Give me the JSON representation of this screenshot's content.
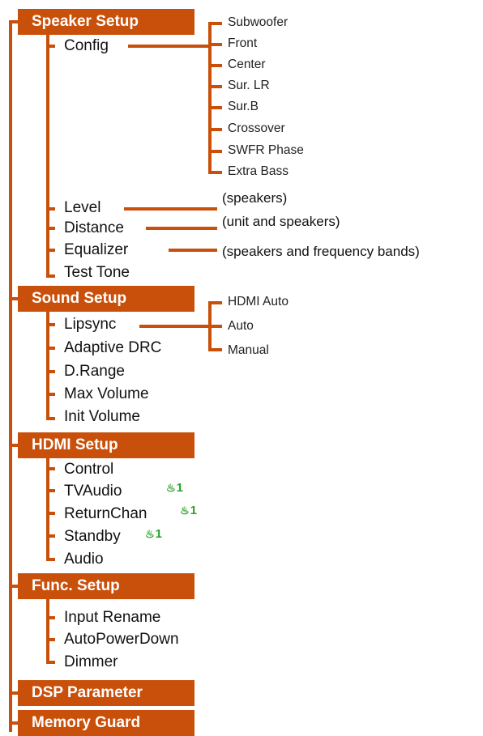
{
  "colors": {
    "accent": "#c9500a",
    "note_green": "#2aa12a"
  },
  "sections": {
    "speaker_setup": "Speaker Setup",
    "sound_setup": "Sound Setup",
    "hdmi_setup": "HDMI Setup",
    "func_setup": "Func. Setup",
    "dsp_parameter": "DSP Parameter",
    "memory_guard": "Memory Guard"
  },
  "speaker": {
    "config": "Config",
    "config_items": [
      "Subwoofer",
      "Front",
      "Center",
      "Sur. LR",
      "Sur.B",
      "Crossover",
      "SWFR Phase",
      "Extra Bass"
    ],
    "level": "Level",
    "level_note": "(speakers)",
    "distance": "Distance",
    "distance_note": "(unit and speakers)",
    "equalizer": "Equalizer",
    "equalizer_note": "(speakers and frequency bands)",
    "test_tone": "Test Tone"
  },
  "sound": {
    "lipsync": "Lipsync",
    "lipsync_items": [
      "HDMI Auto",
      "Auto",
      "Manual"
    ],
    "adaptive_drc": "Adaptive DRC",
    "d_range": "D.Range",
    "max_volume": "Max Volume",
    "init_volume": "Init Volume"
  },
  "hdmi": {
    "control": "Control",
    "tv_audio": "TVAudio",
    "return_chan": "ReturnChan",
    "standby": "Standby",
    "audio": "Audio",
    "note_icon": "bulb-icon",
    "note_ref": "1"
  },
  "func": {
    "input_rename": "Input Rename",
    "auto_power_down": "AutoPowerDown",
    "dimmer": "Dimmer"
  }
}
